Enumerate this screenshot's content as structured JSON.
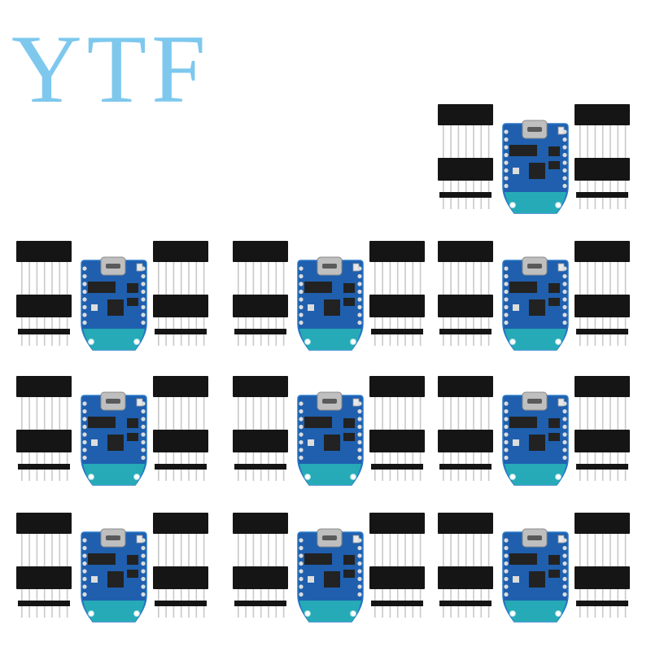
{
  "logo": {
    "text": "YTF",
    "color": "#7ec8ee"
  },
  "kits": [
    {
      "row": 0,
      "col": 2
    },
    {
      "row": 1,
      "col": 0
    },
    {
      "row": 1,
      "col": 1
    },
    {
      "row": 1,
      "col": 2
    },
    {
      "row": 2,
      "col": 0
    },
    {
      "row": 2,
      "col": 1
    },
    {
      "row": 2,
      "col": 2
    },
    {
      "row": 3,
      "col": 0
    },
    {
      "row": 3,
      "col": 1
    },
    {
      "row": 3,
      "col": 2
    }
  ],
  "colors": {
    "pcb": "#1f5fae",
    "pcb_edge": "#2a79c9",
    "pcb_tail": "#27b3b8",
    "header": "#151515",
    "pin": "#c9c9c9",
    "chip": "#222222",
    "usb": "#bfbfbf"
  },
  "icons": {
    "board": "d1-mini-pcb",
    "female_header": "female-pin-header",
    "male_header": "male-pin-header"
  }
}
